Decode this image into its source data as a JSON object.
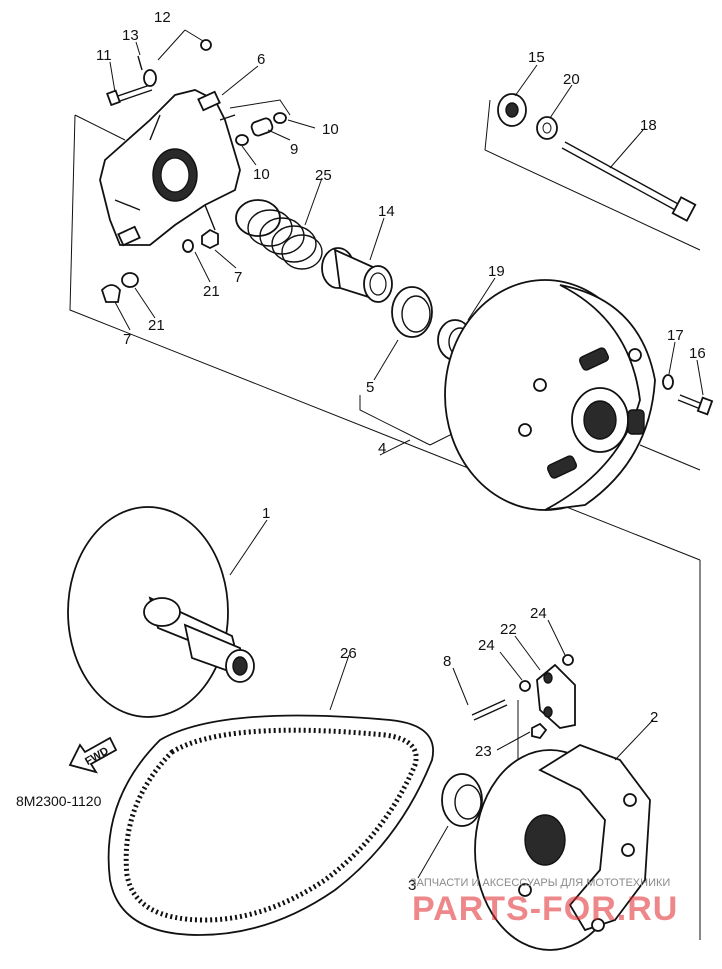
{
  "diagram": {
    "reference_code": "8M2300-1120",
    "direction_label": "FWD",
    "callouts": {
      "c1": "1",
      "c2": "2",
      "c3": "3",
      "c4": "4",
      "c5": "5",
      "c6": "6",
      "c7a": "7",
      "c7b": "7",
      "c8": "8",
      "c9": "9",
      "c10a": "10",
      "c10b": "10",
      "c11": "11",
      "c12": "12",
      "c13": "13",
      "c14": "14",
      "c15": "15",
      "c16": "16",
      "c17": "17",
      "c18": "18",
      "c19": "19",
      "c20": "20",
      "c21a": "21",
      "c21b": "21",
      "c22": "22",
      "c23": "23",
      "c24a": "24",
      "c24b": "24",
      "c25": "25",
      "c26": "26"
    },
    "watermark": {
      "small_text": "ЗАПЧАСТИ И АКСЕССУАРЫ ДЛЯ МОТОТЕХНИКИ",
      "big_text": "PARTS-FOR.RU"
    }
  }
}
